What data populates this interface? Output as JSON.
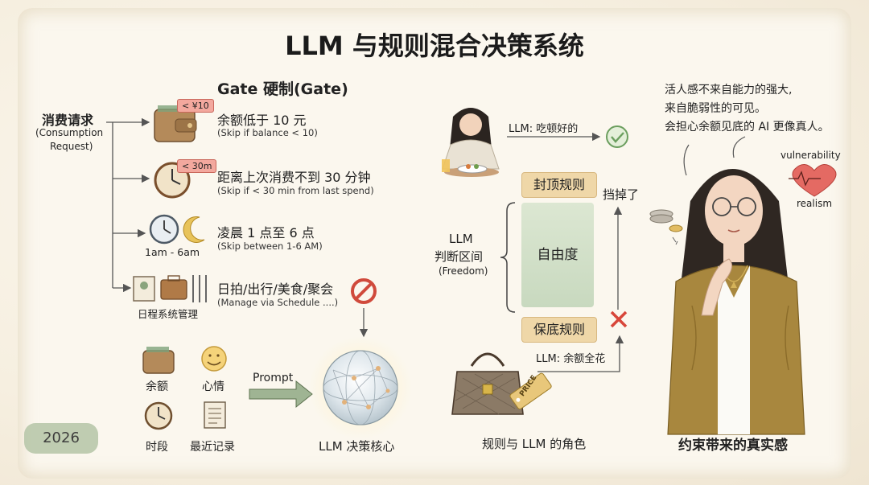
{
  "title": "LLM 与规则混合决策系统",
  "consumption": {
    "label": "消费请求",
    "sub1": "(Consumption",
    "sub2": "Request)"
  },
  "gate": {
    "title": "Gate 硬制(Gate)",
    "rules": [
      {
        "main": "余额低于 10 元",
        "sub": "(Skip if balance < 10)",
        "badge": "< ¥10",
        "icon": "wallet-icon"
      },
      {
        "main": "距离上次消费不到 30 分钟",
        "sub": "(Skip if < 30 min from last spend)",
        "badge": "< 30m",
        "icon": "clock-icon"
      },
      {
        "main": "凌晨 1 点至 6 点",
        "sub": "(Skip between 1-6 AM)",
        "badge": "1am - 6am",
        "icon": "moon-icon"
      },
      {
        "main": "日拍/出行/美食/聚会",
        "sub": "(Manage via Schedule ....)",
        "badge": "日程系统管理",
        "icon": "schedule-icons"
      }
    ]
  },
  "inputs": {
    "balance": "余额",
    "mood": "心情",
    "time": "时段",
    "history": "最近记录",
    "prompt": "Prompt"
  },
  "core": {
    "label": "LLM 决策核心"
  },
  "year": "2026",
  "roles": {
    "llm_eat": "LLM: 吃顿好的",
    "llm_spend": "LLM: 余额全花",
    "cap": "封顶规则",
    "floor": "保底规则",
    "blocked": "挡掉了",
    "freedom": "自由度",
    "judgement_l1": "LLM",
    "judgement_l2": "判断区间",
    "judgement_l3": "(Freedom)",
    "caption": "规则与 LLM 的角色",
    "price_tag": "PRICE"
  },
  "realism": {
    "quote": [
      "活人感不来自能力的强大,",
      "来自脆弱性的可见。",
      "会担心余额见底的 AI 更像真人。"
    ],
    "vulnerability": "vulnerability",
    "realism": "realism",
    "caption": "约束带来的真实感"
  },
  "colors": {
    "badge": "#f3a89e",
    "rule": "#efd7a8",
    "freedom": "#c8d9bf",
    "year": "#b9c8ab",
    "check": "#6b9e5e",
    "cross": "#d8463a"
  }
}
